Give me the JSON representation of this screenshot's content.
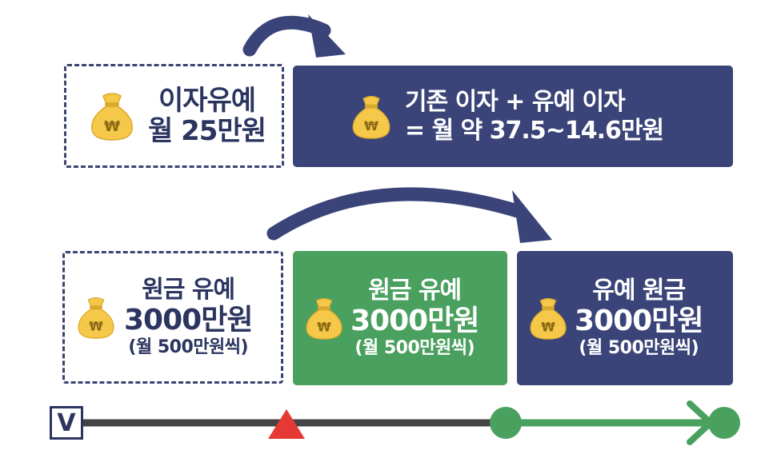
{
  "top_row": {
    "left_box": {
      "line1": "이자유예",
      "line2": "월 25만원"
    },
    "right_box": {
      "line1": "기존 이자 + 유예 이자",
      "line2": "= 월 약 37.5~14.6만원"
    }
  },
  "bottom_row": {
    "box1": {
      "line1": "원금 유예",
      "line2": "3000만원",
      "line3": "(월 500만원씩)"
    },
    "box2": {
      "line1": "원금 유예",
      "line2": "3000만원",
      "line3": "(월 500만원씩)"
    },
    "box3": {
      "line1": "유예 원금",
      "line2": "3000만원",
      "line3": "(월 500만원씩)"
    }
  },
  "timeline": {
    "start_label": "V"
  },
  "icons": {
    "money_bag": "money-bag-icon",
    "currency_symbol": "₩"
  },
  "colors": {
    "navy": "#3a4478",
    "green": "#4aa05e",
    "red": "#e53935",
    "bag": "#f5c84a",
    "line": "#444444"
  }
}
